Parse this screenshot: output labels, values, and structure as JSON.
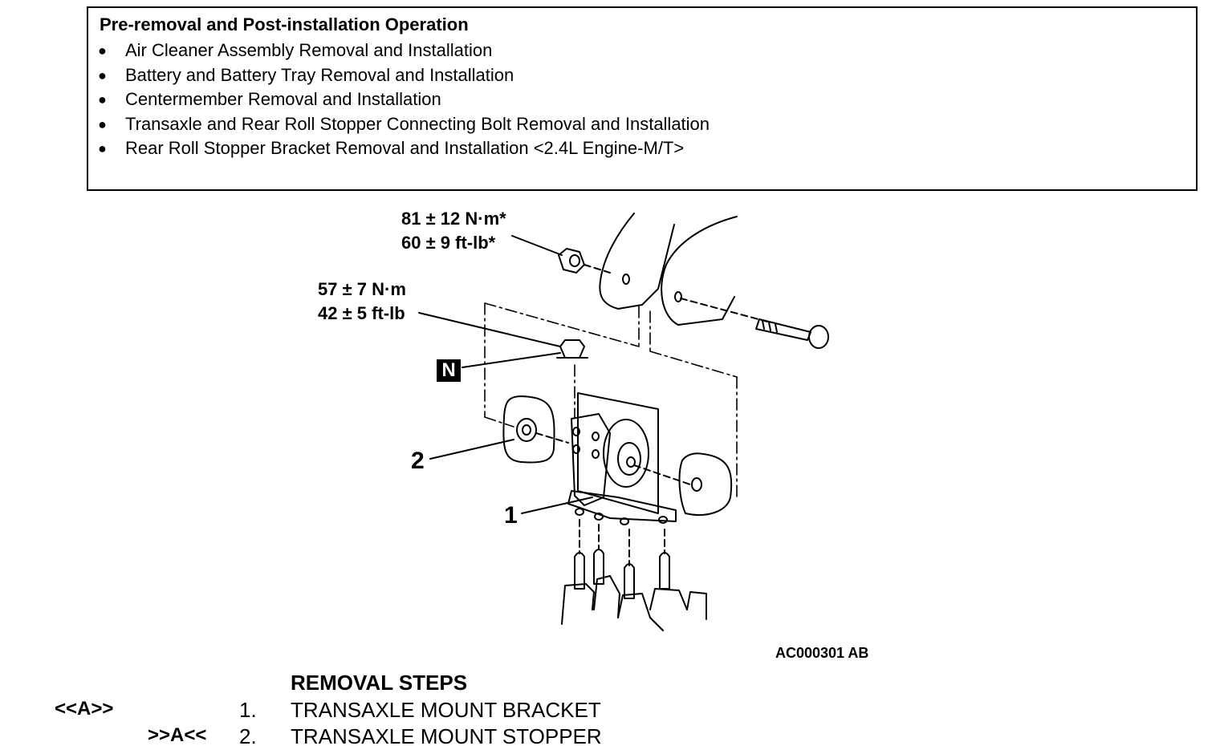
{
  "pre_removal": {
    "title": "Pre-removal and Post-installation Operation",
    "items": [
      "Air Cleaner Assembly Removal and Installation",
      "Battery and Battery Tray Removal and Installation",
      "Centermember Removal and Installation",
      "Transaxle and Rear Roll Stopper Connecting Bolt Removal and Installation",
      "Rear Roll Stopper Bracket Removal and Installation <2.4L Engine-M/T>"
    ]
  },
  "diagram": {
    "torque_upper_nm": "81 ± 12 N·m*",
    "torque_upper_ftlb": "60 ± 9 ft-lb*",
    "torque_lower_nm": "57 ± 7 N·m",
    "torque_lower_ftlb": "42 ± 5 ft-lb",
    "badge_n": "N",
    "callout_1": "1",
    "callout_2": "2",
    "figure_id": "AC000301 AB"
  },
  "removal_steps": {
    "title": "REMOVAL STEPS",
    "steps": [
      {
        "code": "<<A>>",
        "number": "1.",
        "name": "TRANSAXLE MOUNT BRACKET"
      },
      {
        "code": ">>A<<",
        "number": "2.",
        "name": "TRANSAXLE MOUNT STOPPER"
      }
    ]
  }
}
